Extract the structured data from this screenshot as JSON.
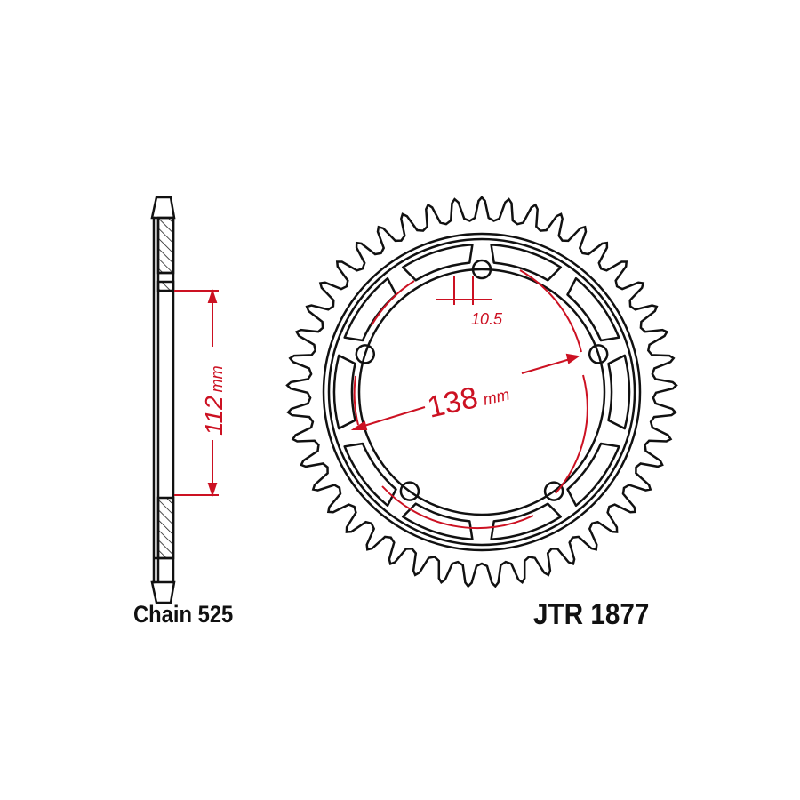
{
  "diagram": {
    "side_view": {
      "dimension_value": "112",
      "dimension_unit": "mm"
    },
    "front_view": {
      "tooth_count": 45,
      "pcd_value": "138",
      "pcd_unit": "mm",
      "bolt_hole_dimension": "10.5",
      "bolt_holes": 5
    },
    "labels": {
      "chain": "Chain 525",
      "part_number": "JTR 1877"
    },
    "colors": {
      "outline": "#111111",
      "dimension": "#cc1122"
    }
  }
}
